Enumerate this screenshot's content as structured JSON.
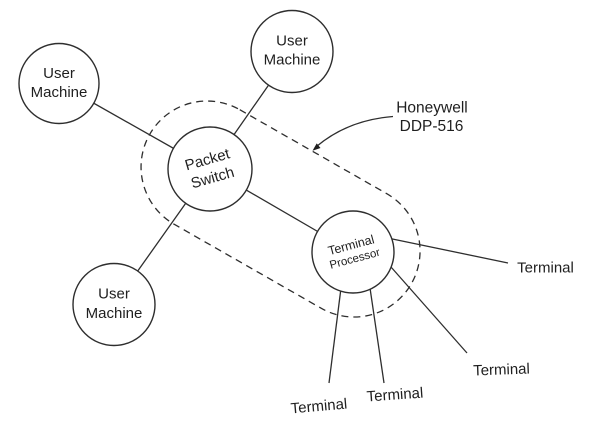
{
  "colors": {
    "background": "#ffffff",
    "stroke": "#2e2e2e",
    "text": "#1f1f1f"
  },
  "nodes": {
    "user_machine_top_left": {
      "line1": "User",
      "line2": "Machine"
    },
    "user_machine_top_center": {
      "line1": "User",
      "line2": "Machine"
    },
    "user_machine_bottom_left": {
      "line1": "User",
      "line2": "Machine"
    },
    "packet_switch": {
      "line1": "Packet",
      "line2": "Switch"
    },
    "terminal_processor": {
      "line1": "Terminal",
      "line2": "Processor"
    }
  },
  "annotation": {
    "line1": "Honeywell",
    "line2": "DDP-516"
  },
  "terminals": {
    "right": "Terminal",
    "mid_right": "Terminal",
    "bottom_mid": "Terminal",
    "bottom_left": "Terminal"
  }
}
